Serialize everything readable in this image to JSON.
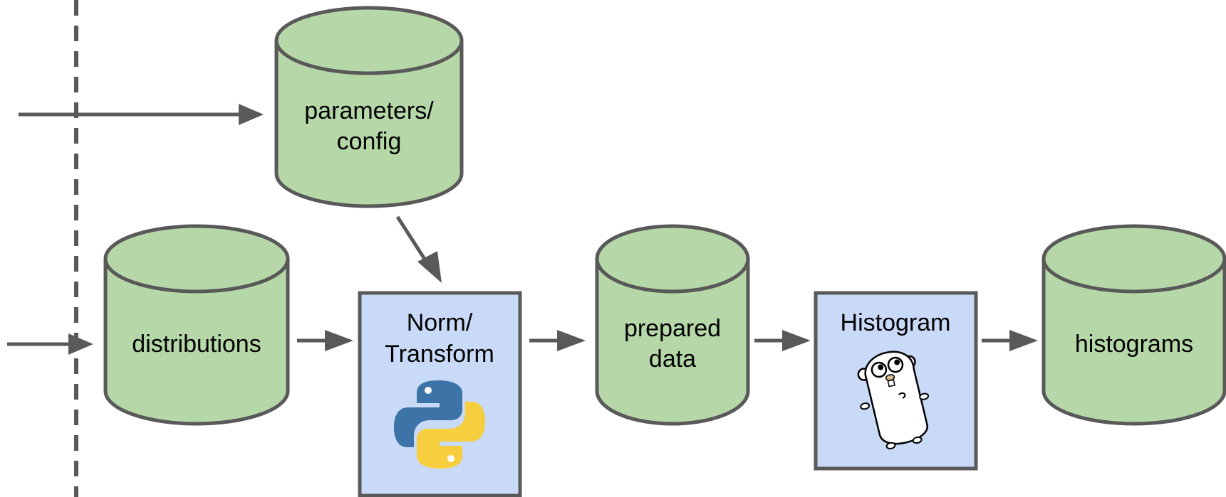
{
  "diagram": {
    "stores": {
      "parameters": {
        "line1": "parameters/",
        "line2": "config"
      },
      "distributions": {
        "label": "distributions"
      },
      "prepared": {
        "line1": "prepared",
        "line2": "data"
      },
      "histograms": {
        "label": "histograms"
      }
    },
    "processes": {
      "transform": {
        "line1": "Norm/",
        "line2": "Transform",
        "icon": "python-logo-icon"
      },
      "histogram": {
        "label": "Histogram",
        "icon": "go-gopher-icon"
      }
    },
    "colors": {
      "store_fill": "#b6d7a8",
      "process_fill": "#c9daf8",
      "stroke": "#595959",
      "python_blue": "#3c74a8",
      "python_yellow": "#f7ce3d"
    }
  }
}
